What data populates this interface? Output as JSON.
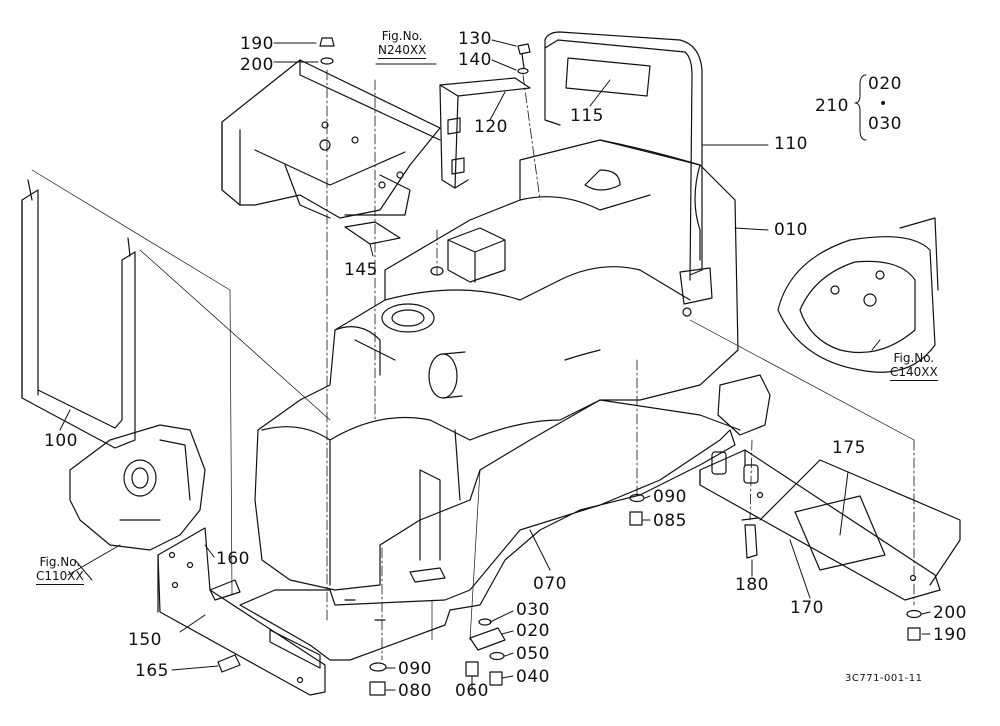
{
  "figure_refs": [
    {
      "id": "n240",
      "title": "Fig.No.",
      "ref": "N240XX"
    },
    {
      "id": "c140",
      "title": "Fig.No.",
      "ref": "C140XX"
    },
    {
      "id": "c110",
      "title": "Fig.No.",
      "ref": "C110XX"
    }
  ],
  "parts": {
    "p010": "010",
    "p020": "020",
    "p030": "030",
    "p040": "040",
    "p050": "050",
    "p060": "060",
    "p070": "070",
    "p080": "080",
    "p085": "085",
    "p090a": "090",
    "p090b": "090",
    "p100": "100",
    "p110": "110",
    "p115": "115",
    "p120": "120",
    "p130": "130",
    "p140": "140",
    "p145": "145",
    "p150": "150",
    "p160": "160",
    "p165": "165",
    "p170": "170",
    "p175": "175",
    "p180": "180",
    "p190a": "190",
    "p190b": "190",
    "p200a": "200",
    "p200b": "200"
  },
  "legend_group": {
    "label": "210",
    "top": "020",
    "separator": "•",
    "bottom": "030"
  },
  "drawing_code": "3C771-001-11"
}
